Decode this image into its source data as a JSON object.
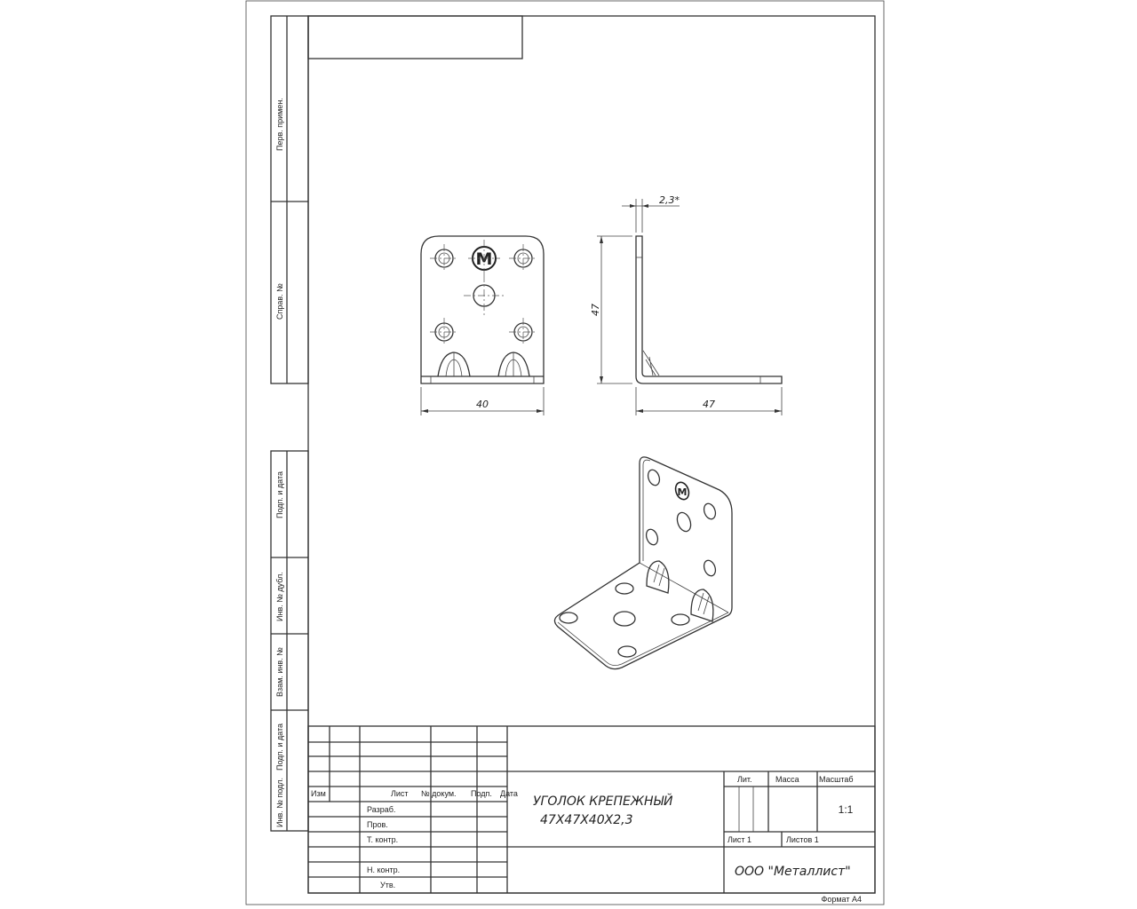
{
  "side_strip": {
    "perv_primen": "Перв. примен.",
    "sprav_no": "Справ. №",
    "podp_data_1": "Подп. и дата",
    "inv_dubl": "Инв. № дубл.",
    "vzam_inv": "Взам. инв. №",
    "podp_data_2": "Подп. и дата",
    "inv_podl": "Инв. № подл."
  },
  "dimensions": {
    "thickness": "2,3*",
    "height": "47",
    "width_front": "40",
    "width_side": "47"
  },
  "logo_letter": "M",
  "title_block": {
    "izm": "Изм",
    "list": "Лист",
    "no_dokum": "№ докум.",
    "podp": "Подп.",
    "data": "Дата",
    "razrab": "Разраб.",
    "prov": "Пров.",
    "t_kontr": "Т. контр.",
    "n_kontr": "Н. контр.",
    "utv": "Утв.",
    "title_line1": "УГОЛОК КРЕПЕЖНЫЙ",
    "title_line2": "47Х47Х40Х2,3",
    "lit": "Лит.",
    "massa": "Масса",
    "masshtab": "Масштаб",
    "scale": "1:1",
    "sheet": "Лист 1",
    "sheets": "Листов 1",
    "company": "ООО \"Металлист\"",
    "format": "Формат А4"
  }
}
